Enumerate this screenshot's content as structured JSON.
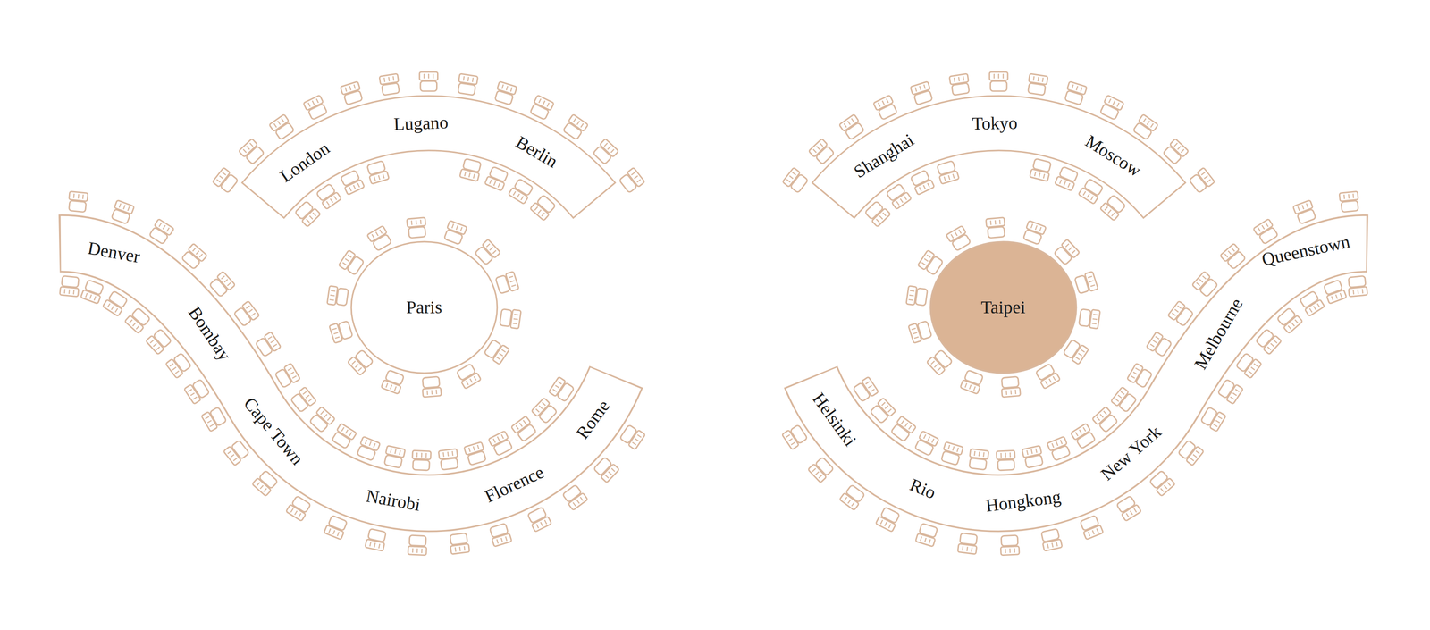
{
  "diagram": {
    "nodes": [
      {
        "text": [
          "London",
          "Lugano",
          "Berlin"
        ]
      },
      {
        "text": [
          "Denver",
          "Bombay",
          "Cape Town",
          "Nairobi",
          "Florence",
          "Rome"
        ]
      },
      {
        "text": [
          "Paris"
        ]
      },
      {
        "text": [
          "Shanghai",
          "Tokyo",
          "Moscow"
        ]
      },
      {
        "text": [
          "Taipei"
        ]
      },
      {
        "text": [
          "Helsinki",
          "Rio",
          "Hongkong",
          "New York",
          "Melbourne",
          "Queenstown"
        ]
      }
    ]
  }
}
